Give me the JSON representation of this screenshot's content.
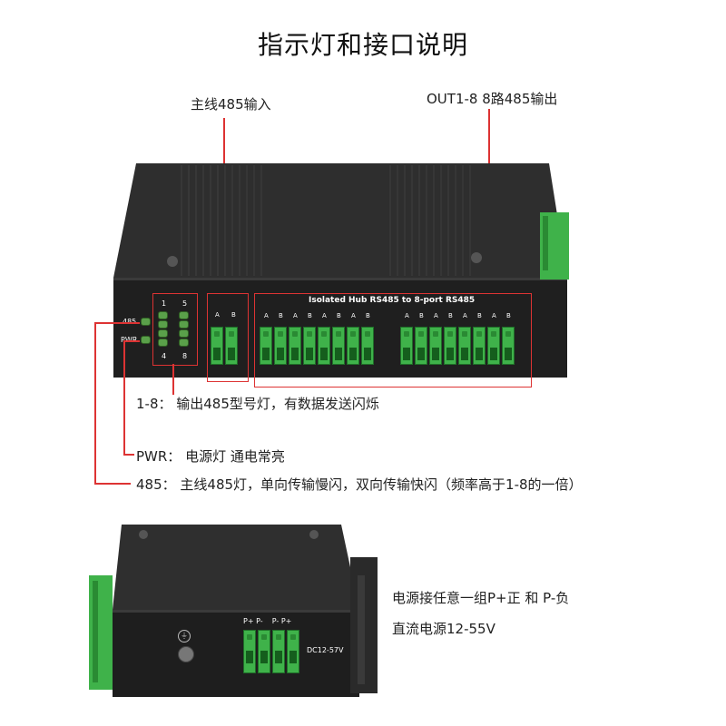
{
  "title": "指示灯和接口说明",
  "labels": {
    "main_input": "主线485输入",
    "out_ports": "OUT1-8  8路485输出",
    "led_1_8": "1-8：   输出485型号灯，有数据发送闪烁",
    "pwr_desc": "PWR：   电源灯   通电常亮",
    "led_485_desc": "485：   主线485灯，单向传输慢闪，双向传输快闪（频率高于1-8的一倍）",
    "power_desc_1": "电源接任意一组P+正 和 P-负",
    "power_desc_2": "直流电源12-55V"
  },
  "device": {
    "panel_title": "Isolated  Hub  RS485 to 8-port RS485",
    "led_485": "485",
    "led_pwr": "PWR",
    "led_num_1": "1",
    "led_num_5": "5",
    "led_num_4": "4",
    "led_num_8": "8",
    "input_ab": [
      "A",
      "B"
    ],
    "out_ab_left": [
      "A",
      "B",
      "A",
      "B",
      "A",
      "B",
      "A",
      "B"
    ],
    "out_ab_right": [
      "A",
      "B",
      "A",
      "B",
      "A",
      "B",
      "A",
      "B"
    ],
    "power_pins": "P+ P-    P- P+",
    "power_voltage": "DC12-57V"
  },
  "colors": {
    "annotation_red": "#dd3333",
    "terminal_green": "#3fb24a",
    "chassis": "#2b2b2b"
  }
}
